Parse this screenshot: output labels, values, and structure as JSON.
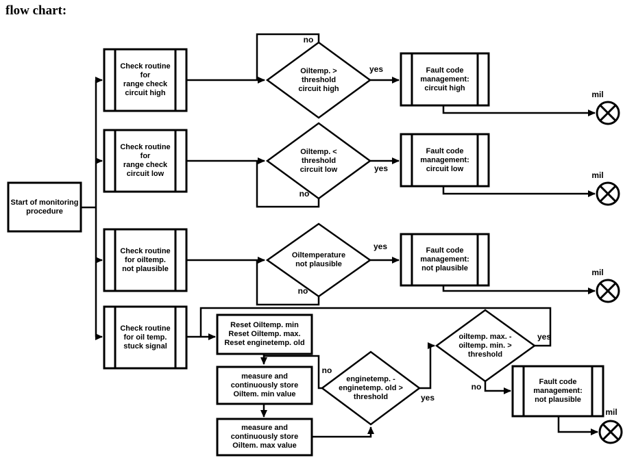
{
  "title": "flow chart:",
  "nodes": {
    "start": "Start of monitoring\nprocedure",
    "check_circuit_high": "Check routine\nfor\nrange check\ncircuit high",
    "check_circuit_low": "Check routine\nfor\nrange check\ncircuit low",
    "check_not_plausible": "Check routine\nfor oiltemp.\nnot plausible",
    "check_stuck_signal": "Check routine\nfor oil temp.\nstuck signal",
    "reset": "Reset Oiltemp. min\nReset Oiltemp. max.\nReset enginetemp. old",
    "store_min": "measure and\ncontinuously store\nOiltem. min value",
    "store_max": "measure and\ncontinuously store\nOiltem. max value",
    "fault_circuit_high": "Fault code\nmanagement:\ncircuit high",
    "fault_circuit_low": "Fault code\nmanagement:\ncircuit low",
    "fault_not_plausible": "Fault code\nmanagement:\nnot plausible",
    "fault_stuck": "Fault code\nmanagement:\nnot plausible"
  },
  "decisions": {
    "circuit_high": "Oiltemp. >\nthreshold\ncircuit high",
    "circuit_low": "Oiltemp. <\nthreshold\ncircuit low",
    "not_plausible": "Oiltemperature\nnot plausible",
    "enginetemp_delta": "enginetemp. -\nenginetemp. old >\nthreshold",
    "oiltemp_range": "oiltemp. max. -\noiltemp. min. >\nthreshold"
  },
  "edge_labels": {
    "yes": "yes",
    "no": "no"
  },
  "indicator": {
    "mil": "mil"
  },
  "colors": {
    "line": "#000000",
    "background": "#ffffff"
  }
}
